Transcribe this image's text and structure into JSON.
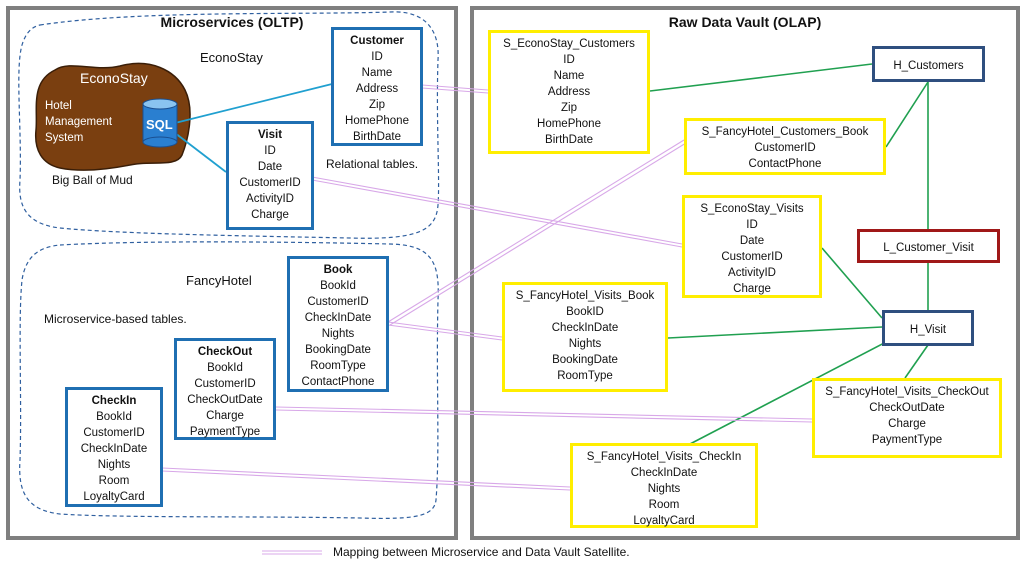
{
  "left_panel": {
    "title": "Microservices (OLTP)"
  },
  "right_panel": {
    "title": "Raw Data Vault (OLAP)"
  },
  "econostay": {
    "group_label": "EconoStay",
    "blob_title": "EconoStay",
    "blob_text": [
      "Hotel",
      "Management",
      "System"
    ],
    "sql_label": "SQL",
    "mud_label": "Big Ball of Mud",
    "relational_label": "Relational tables."
  },
  "fancyhotel": {
    "group_label": "FancyHotel",
    "tables_label": "Microservice-based tables."
  },
  "tables": {
    "customer": {
      "title": "Customer",
      "fields": [
        "ID",
        "Name",
        "Address",
        "Zip",
        "HomePhone",
        "BirthDate"
      ]
    },
    "visit": {
      "title": "Visit",
      "fields": [
        "ID",
        "Date",
        "CustomerID",
        "ActivityID",
        "Charge"
      ]
    },
    "book": {
      "title": "Book",
      "fields": [
        "BookId",
        "CustomerID",
        "CheckInDate",
        "Nights",
        "BookingDate",
        "RoomType",
        "ContactPhone"
      ]
    },
    "checkout": {
      "title": "CheckOut",
      "fields": [
        "BookId",
        "CustomerID",
        "CheckOutDate",
        "Charge",
        "PaymentType"
      ]
    },
    "checkin": {
      "title": "CheckIn",
      "fields": [
        "BookId",
        "CustomerID",
        "CheckInDate",
        "Nights",
        "Room",
        "LoyaltyCard"
      ]
    }
  },
  "satellites": {
    "s_econo_customers": {
      "title": "S_EconoStay_Customers",
      "fields": [
        "ID",
        "Name",
        "Address",
        "Zip",
        "HomePhone",
        "BirthDate"
      ]
    },
    "s_fancy_customers_book": {
      "title": "S_FancyHotel_Customers_Book",
      "fields": [
        "CustomerID",
        "ContactPhone"
      ]
    },
    "s_econo_visits": {
      "title": "S_EconoStay_Visits",
      "fields": [
        "ID",
        "Date",
        "CustomerID",
        "ActivityID",
        "Charge"
      ]
    },
    "s_fancy_visits_book": {
      "title": "S_FancyHotel_Visits_Book",
      "fields": [
        "BookID",
        "CheckInDate",
        "Nights",
        "BookingDate",
        "RoomType"
      ]
    },
    "s_fancy_visits_checkout": {
      "title": "S_FancyHotel_Visits_CheckOut",
      "fields": [
        "CheckOutDate",
        "Charge",
        "PaymentType"
      ]
    },
    "s_fancy_visits_checkin": {
      "title": "S_FancyHotel_Visits_CheckIn",
      "fields": [
        "CheckInDate",
        "Nights",
        "Room",
        "LoyaltyCard"
      ]
    }
  },
  "hubs": {
    "h_customers": "H_Customers",
    "l_customer_visit": "L_Customer_Visit",
    "h_visit": "H_Visit"
  },
  "legend": {
    "label": "Mapping between Microservice and Data Vault Satellite."
  },
  "colors": {
    "table_border": "#1f6fb2",
    "satellite_border": "#ffee00",
    "hub_border": "#2f4f7f",
    "link_border": "#a01818",
    "blob_fill": "#7a3f10",
    "vault_line": "#20a050",
    "service_line": "#20a0d0",
    "mapping_line": "#d8a8e8"
  }
}
